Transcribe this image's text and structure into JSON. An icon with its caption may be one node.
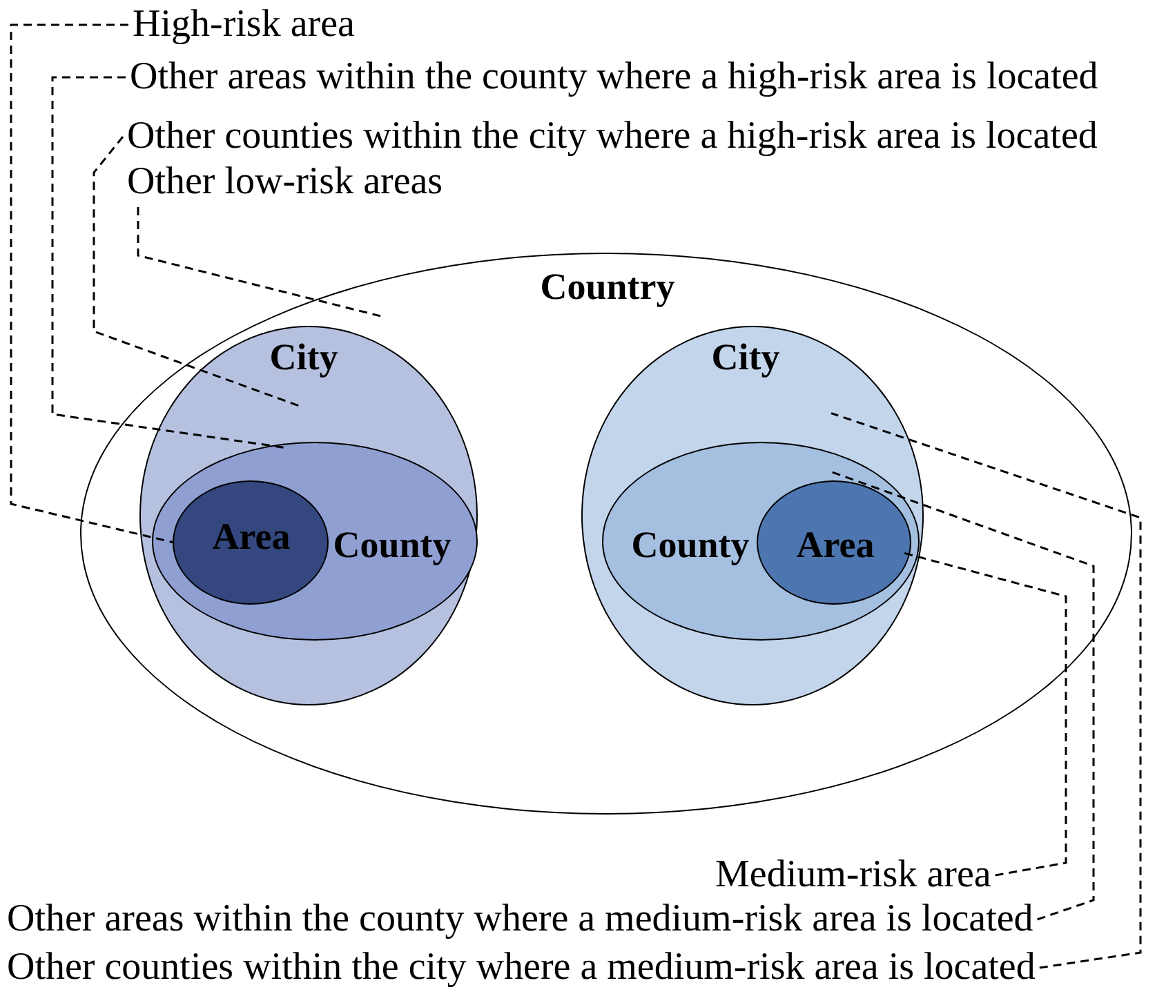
{
  "diagram": {
    "nodes": [
      {
        "text": [
          "High-risk area"
        ]
      },
      {
        "text": [
          "Other areas within the county where a high-risk area is located"
        ]
      },
      {
        "text": [
          "Other counties within the city where a high-risk area is located"
        ]
      },
      {
        "text": [
          "Other low-risk areas"
        ]
      },
      {
        "text": [
          "Country"
        ]
      },
      {
        "text": [
          "City"
        ],
        "in": 4
      },
      {
        "text": [
          "County"
        ],
        "in": 5
      },
      {
        "text": [
          "Area"
        ],
        "in": 6
      },
      {
        "text": [
          "City"
        ],
        "in": 4
      },
      {
        "text": [
          "County"
        ],
        "in": 8
      },
      {
        "text": [
          "Area"
        ],
        "in": 9
      },
      {
        "text": [
          "Medium-risk area"
        ]
      },
      {
        "text": [
          "Other areas within the county where a medium-risk area is located"
        ]
      },
      {
        "text": [
          "Other counties within the city where a medium-risk area is located"
        ]
      }
    ],
    "edges": [
      {
        "from": 0,
        "to": 7,
        "arrow": "none",
        "style": "dashed"
      },
      {
        "from": 1,
        "to": 6,
        "arrow": "none",
        "style": "dashed"
      },
      {
        "from": 2,
        "to": 5,
        "arrow": "none",
        "style": "dashed"
      },
      {
        "from": 3,
        "to": 4,
        "arrow": "none",
        "style": "dashed"
      },
      {
        "from": 11,
        "to": 10,
        "arrow": "none",
        "style": "dashed"
      },
      {
        "from": 12,
        "to": 9,
        "arrow": "none",
        "style": "dashed"
      },
      {
        "from": 13,
        "to": 8,
        "arrow": "none",
        "style": "dashed"
      }
    ]
  }
}
